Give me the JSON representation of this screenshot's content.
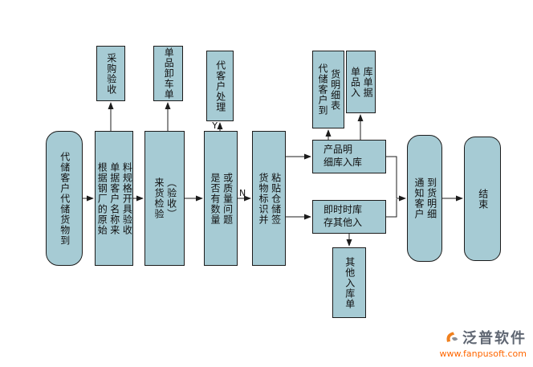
{
  "diagram": {
    "nodes": {
      "start": {
        "label": "代储客户代储货物到",
        "shape": "rounded"
      },
      "purchase_acceptance": {
        "label": "采购验收",
        "shape": "rect"
      },
      "issue_acceptance": {
        "label": "根据钢厂的原始\n单据客户名称来\n料规格开具验收",
        "shape": "rect"
      },
      "unload_note": {
        "label": "单品卸车单",
        "shape": "rect"
      },
      "incoming_inspection": {
        "label": "来货检验\n（验收）",
        "shape": "rect"
      },
      "handle_for_customer": {
        "label": "代客户处理",
        "shape": "rect"
      },
      "quality_decision": {
        "label": "是否有数量\n或质量问题",
        "shape": "rect"
      },
      "goods_marking": {
        "label": "货物标识并\n粘贴仓储签",
        "shape": "rect"
      },
      "arrival_detail_sheet": {
        "label": "代储客户到\n货明细表",
        "shape": "rect"
      },
      "item_inbound_receipt": {
        "label": "单品入\n库单据",
        "shape": "rect"
      },
      "product_detail_inbound": {
        "label": "产品明\n细库入库",
        "shape": "rect"
      },
      "realtime_other_inbound": {
        "label": "即时时库\n存其他入",
        "shape": "rect"
      },
      "notify_customer": {
        "label": "通知客户\n到货明细",
        "shape": "rounded"
      },
      "end": {
        "label": "结束",
        "shape": "rounded"
      },
      "other_inbound_receipt": {
        "label": "其他入库单",
        "shape": "rect"
      }
    },
    "branch_labels": {
      "yes": "Y",
      "no": "N"
    },
    "edges": [
      {
        "from": "start",
        "to": "issue_acceptance"
      },
      {
        "from": "issue_acceptance",
        "to": "purchase_acceptance"
      },
      {
        "from": "issue_acceptance",
        "to": "incoming_inspection"
      },
      {
        "from": "incoming_inspection",
        "to": "unload_note"
      },
      {
        "from": "incoming_inspection",
        "to": "quality_decision"
      },
      {
        "from": "quality_decision",
        "to": "handle_for_customer",
        "label": "Y"
      },
      {
        "from": "quality_decision",
        "to": "goods_marking",
        "label": "N"
      },
      {
        "from": "goods_marking",
        "to": "product_detail_inbound"
      },
      {
        "from": "goods_marking",
        "to": "realtime_other_inbound"
      },
      {
        "from": "product_detail_inbound",
        "to": "arrival_detail_sheet"
      },
      {
        "from": "product_detail_inbound",
        "to": "item_inbound_receipt"
      },
      {
        "from": "product_detail_inbound",
        "to": "notify_customer"
      },
      {
        "from": "realtime_other_inbound",
        "to": "notify_customer"
      },
      {
        "from": "realtime_other_inbound",
        "to": "other_inbound_receipt"
      },
      {
        "from": "notify_customer",
        "to": "end"
      }
    ]
  },
  "footer": {
    "brand": "泛普软件",
    "website": "www.fanpusoft.com"
  },
  "colors": {
    "background": "#ffffff",
    "node_fill": "#a6cbd4",
    "node_border": "#1c1c1c",
    "connector": "#1c1c1c",
    "brand_text": "#5f6672",
    "website_text": "#ff6600"
  }
}
